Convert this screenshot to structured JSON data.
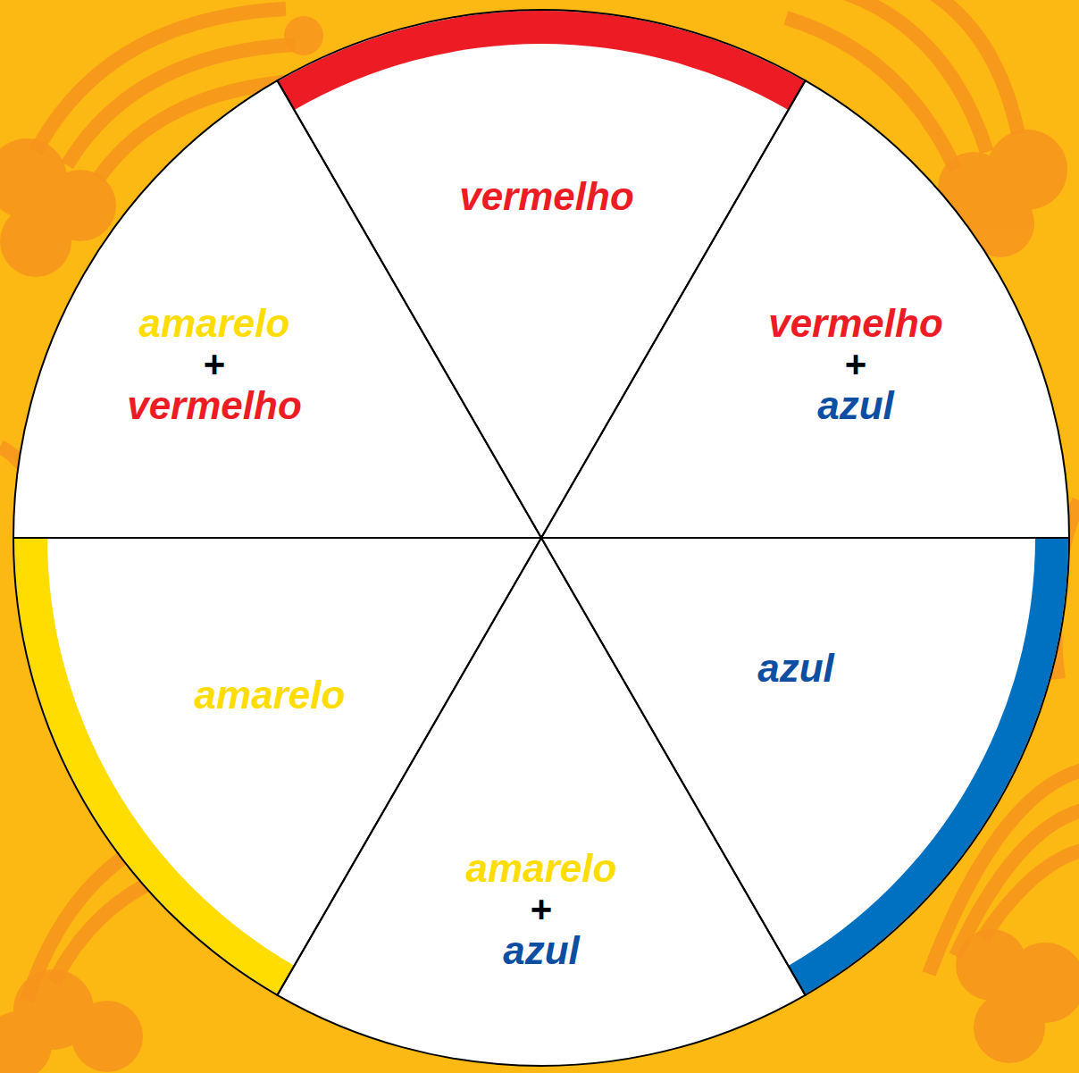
{
  "diagram": {
    "nodes": [
      {
        "text": [
          "vermelho"
        ]
      },
      {
        "text": [
          "amarelo",
          "+",
          "vermelho"
        ]
      },
      {
        "text": [
          "vermelho",
          "+",
          "azul"
        ]
      },
      {
        "text": [
          "azul"
        ]
      },
      {
        "text": [
          "amarelo"
        ]
      },
      {
        "text": [
          "amarelo",
          "+",
          "azul"
        ]
      }
    ]
  }
}
